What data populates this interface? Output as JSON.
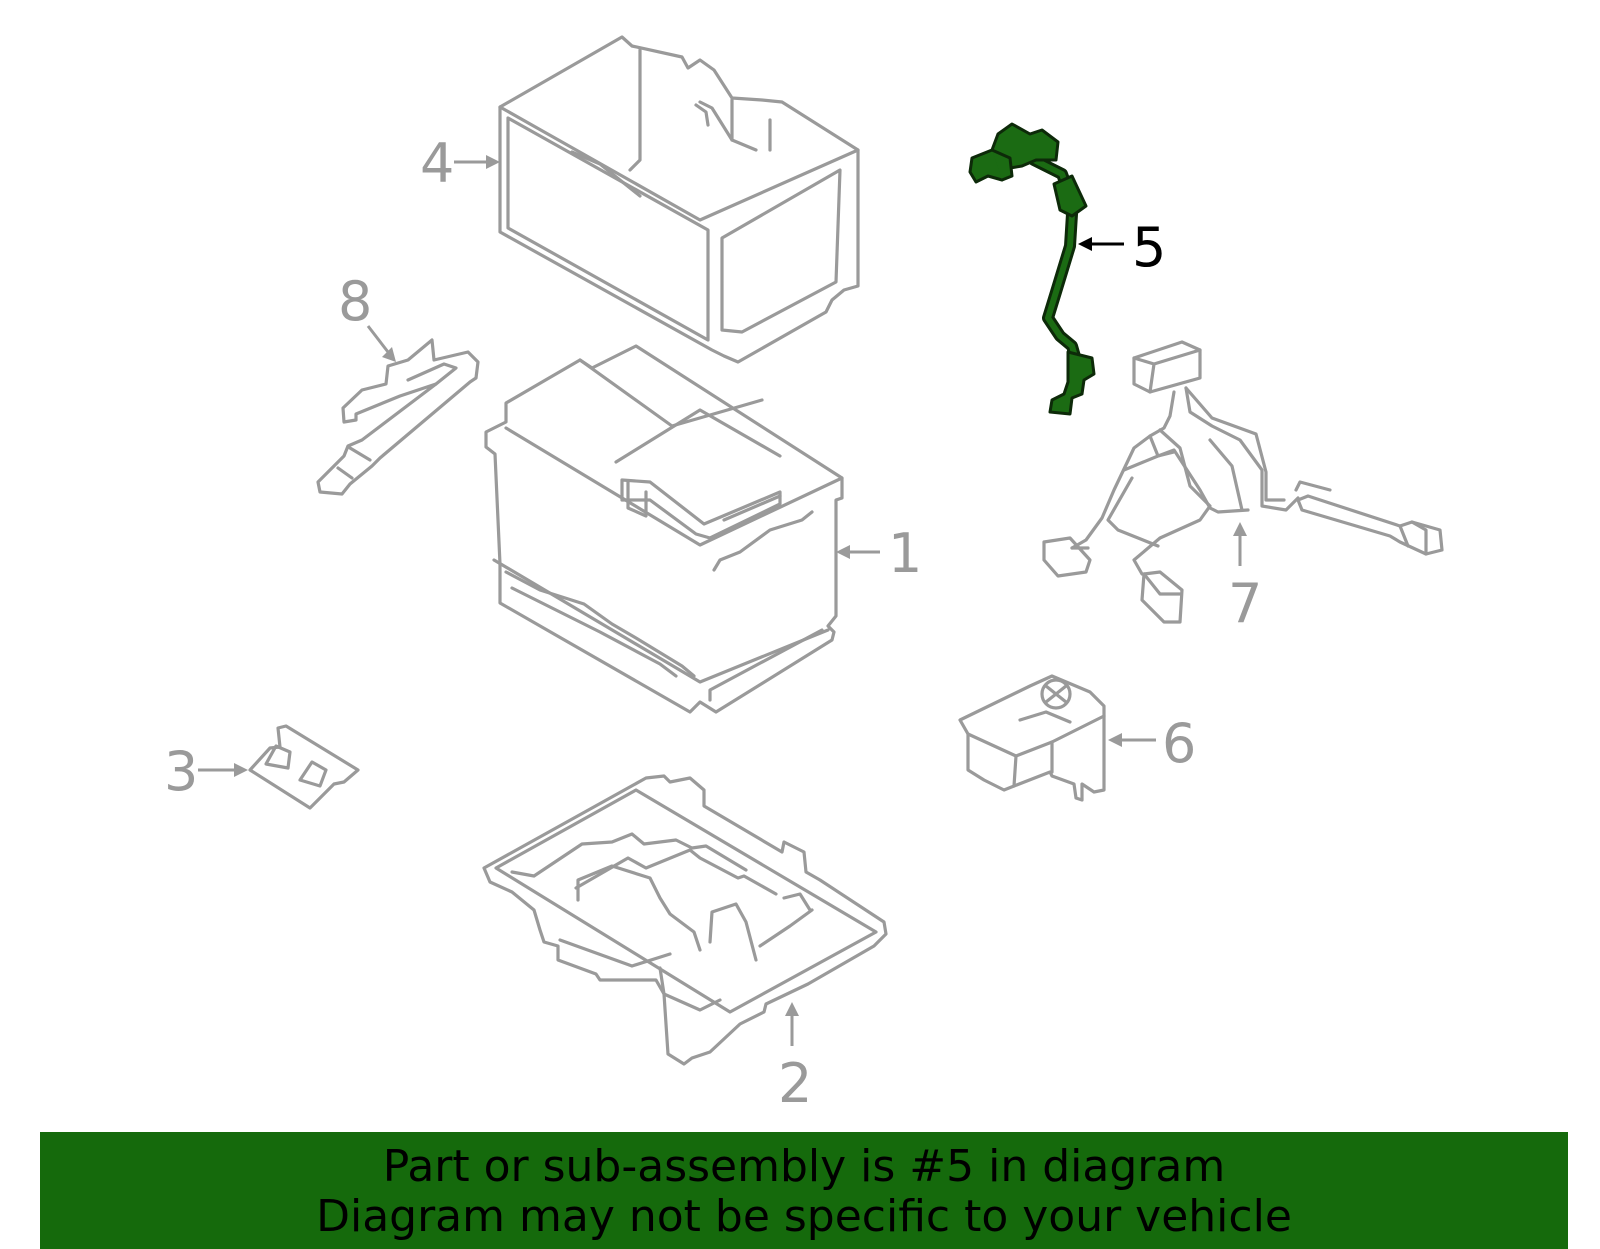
{
  "diagram": {
    "highlight_color": "#1b6b13",
    "line_color": "#9a9a9a",
    "highlighted_part": "5",
    "callouts": [
      {
        "id": "1",
        "label": "1"
      },
      {
        "id": "2",
        "label": "2"
      },
      {
        "id": "3",
        "label": "3"
      },
      {
        "id": "4",
        "label": "4"
      },
      {
        "id": "5",
        "label": "5"
      },
      {
        "id": "6",
        "label": "6"
      },
      {
        "id": "7",
        "label": "7"
      },
      {
        "id": "8",
        "label": "8"
      }
    ]
  },
  "banner": {
    "background": "#156a0c",
    "line1": "Part or sub-assembly is #5 in diagram",
    "line2": "Diagram may not be specific to your vehicle"
  }
}
